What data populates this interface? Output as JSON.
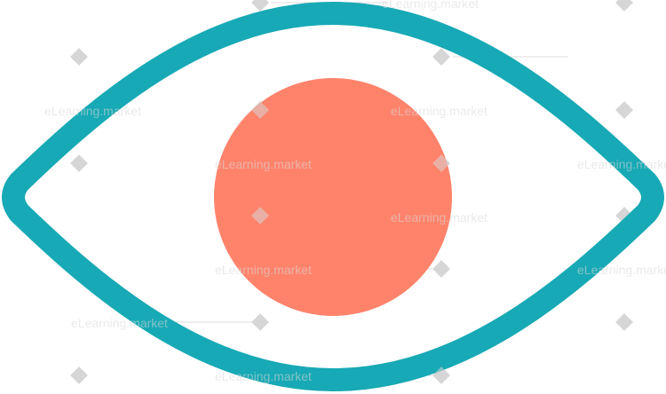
{
  "colors": {
    "eye_outline": "#17A9B5",
    "pupil": "#FF836B",
    "background": "#FFFFFF",
    "watermark": "#D6D6D6"
  },
  "icon": "eye-icon",
  "watermark": {
    "brand": "eLearning.market",
    "fragments": [
      "eLearning.market",
      "eLearning.market",
      "eLearning.market",
      "eLearning.market",
      "eLearning.market",
      "eLearning.market",
      "eLearning.market",
      "eLearning.market",
      "eLearning.market",
      "eLearning.market"
    ]
  }
}
